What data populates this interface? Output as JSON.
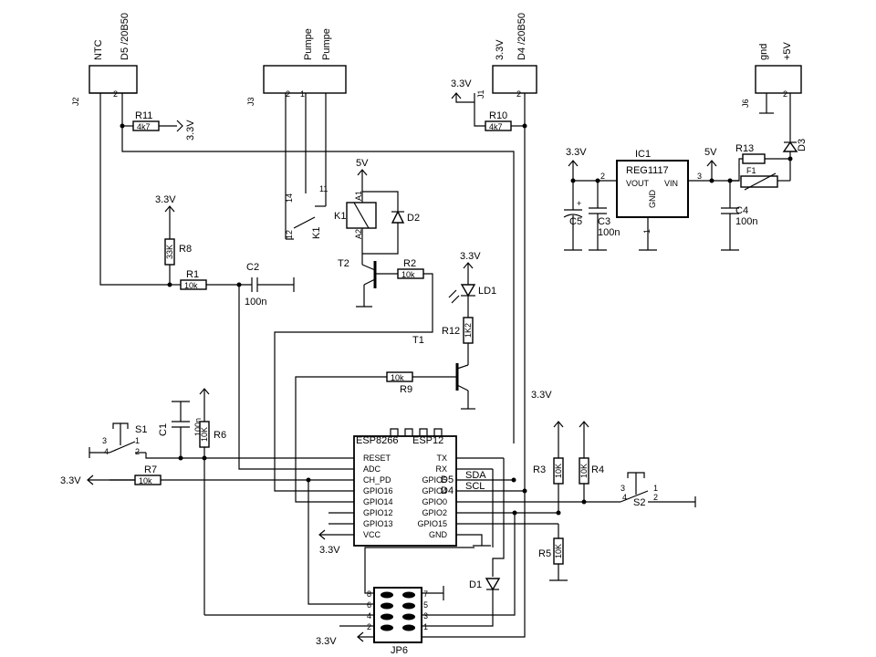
{
  "connectors": {
    "j2": {
      "ref": "J2",
      "pin1_label": "NTC",
      "pin2_label": "D5 /20B50"
    },
    "j3": {
      "ref": "J3",
      "pin1_label": "Pumpe",
      "pin2_label": "Pumpe"
    },
    "j1": {
      "ref": "J1",
      "pin1_label": "3.3V",
      "pin2_label": "D4 /20B50"
    },
    "j6": {
      "ref": "J6",
      "pin1_label": "gnd",
      "pin2_label": "+5V"
    }
  },
  "pins": {
    "one": "1",
    "two": "2",
    "three": "3",
    "four": "4",
    "five": "5",
    "six": "6",
    "seven": "7",
    "eight": "8",
    "eleven": "11",
    "twelve": "12",
    "fourteen": "14"
  },
  "nets": {
    "v33": "3.3V",
    "v5": "5V",
    "v5plus": "+5V"
  },
  "parts": {
    "r11": {
      "ref": "R11",
      "value": "4k7"
    },
    "r10": {
      "ref": "R10",
      "value": "4k7"
    },
    "r8": {
      "ref": "R8",
      "value": "33K"
    },
    "r1": {
      "ref": "R1",
      "value": "10k"
    },
    "c2": {
      "ref": "C2",
      "value": "100n"
    },
    "k1": {
      "ref": "K1",
      "pin_a1": "A1",
      "pin_a2": "A2"
    },
    "d2": {
      "ref": "D2"
    },
    "t2": {
      "ref": "T2"
    },
    "r2": {
      "ref": "R2",
      "value": "10k"
    },
    "t1": {
      "ref": "T1"
    },
    "ld1": {
      "ref": "LD1"
    },
    "r12": {
      "ref": "R12",
      "value": "1K2"
    },
    "r9": {
      "ref": "R9",
      "value": "10k"
    },
    "ic1": {
      "ref": "IC1",
      "name": "REG1117",
      "pin_vout": "VOUT",
      "pin_vin": "VIN",
      "pin_gnd": "GND"
    },
    "c5": {
      "ref": "C5"
    },
    "c3": {
      "ref": "C3",
      "value": "100n"
    },
    "c4": {
      "ref": "C4",
      "value": "100n"
    },
    "r13": {
      "ref": "R13"
    },
    "f1": {
      "ref": "F1"
    },
    "d3": {
      "ref": "D3"
    },
    "c1": {
      "ref": "C1",
      "value": "100n"
    },
    "r6": {
      "ref": "R6",
      "value": "10K"
    },
    "s1": {
      "ref": "S1"
    },
    "r7": {
      "ref": "R7",
      "value": "10k"
    },
    "r3": {
      "ref": "R3",
      "value": "10K"
    },
    "r4": {
      "ref": "R4",
      "value": "10K"
    },
    "r5": {
      "ref": "R5",
      "value": "10K"
    },
    "s2": {
      "ref": "S2"
    },
    "d1": {
      "ref": "D1"
    },
    "jp6": {
      "ref": "JP6"
    }
  },
  "esp": {
    "name": "ESP8266",
    "module": "ESP12",
    "left_pins": [
      "RESET",
      "ADC",
      "CH_PD",
      "GPIO16",
      "GPIO14",
      "GPIO12",
      "GPIO13",
      "VCC"
    ],
    "right_pins": [
      "TX",
      "RX",
      "GPIO5",
      "GPIO4",
      "GPIO0",
      "GPIO2",
      "GPIO15",
      "GND"
    ],
    "net_d5": "D5",
    "net_d4": "D4",
    "net_sda": "SDA",
    "net_scl": "SCL"
  }
}
